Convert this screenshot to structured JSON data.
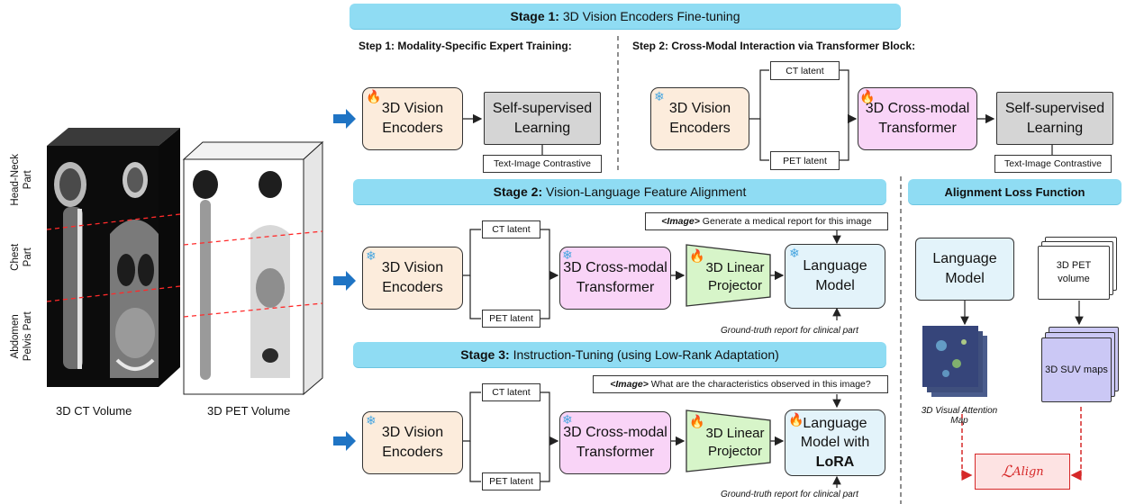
{
  "stage1": {
    "title_bold": "Stage 1:",
    "title_rest": " 3D Vision Encoders Fine-tuning",
    "step1_label": "Step 1: Modality-Specific Expert Training:",
    "step2_label": "Step 2: Cross-Modal Interaction via Transformer Block:",
    "encoders": "3D Vision\nEncoders",
    "ssl1": "Self-supervised\nLearning",
    "tic1": "Text-Image Contrastive",
    "encoders2": "3D Vision\nEncoders",
    "ct_latent": "CT latent",
    "pet_latent": "PET latent",
    "crossmodal": "3D Cross-modal\nTransformer",
    "ssl2": "Self-supervised\nLearning",
    "tic2": "Text-Image Contrastive"
  },
  "stage2": {
    "title_bold": "Stage 2:",
    "title_rest": " Vision-Language Feature Alignment",
    "encoders": "3D Vision\nEncoders",
    "ct_latent": "CT latent",
    "pet_latent": "PET latent",
    "crossmodal": "3D Cross-modal\nTransformer",
    "projector": "3D Linear\nProjector",
    "lm": "Language\nModel",
    "prompt_tag": "<Image>",
    "prompt_text": " Generate a medical report for this image",
    "gt": "Ground-truth report for clinical part"
  },
  "stage3": {
    "title_bold": "Stage 3:",
    "title_rest": " Instruction-Tuning (using Low-Rank Adaptation)",
    "encoders": "3D Vision\nEncoders",
    "ct_latent": "CT latent",
    "pet_latent": "PET latent",
    "crossmodal": "3D Cross-modal\nTransformer",
    "projector": "3D Linear\nProjector",
    "lm": "Language\nModel with",
    "lm_lora": "LoRA",
    "prompt_tag": "<Image>",
    "prompt_text": " What are the characteristics observed in this image?",
    "gt": "Ground-truth report for clinical part"
  },
  "alignment": {
    "title": "Alignment Loss Function",
    "lm": "Language\nModel",
    "pet_volume": "3D PET\nvolume",
    "suv": "3D SUV maps",
    "attention": "3D Visual Attention\nMap",
    "loss": "ℒ",
    "loss_sub": "Align"
  },
  "volumes": {
    "ct": "3D CT Volume",
    "pet": "3D PET Volume",
    "head_neck": "Head-Neck\nPart",
    "chest": "Chest\nPart",
    "abdomen": "Abdomen\nPelvis Part"
  },
  "colors": {
    "banner": "#8fdcf3",
    "encoder": "#fcecdc",
    "crossmodal": "#f9d4f7",
    "projector": "#d7f5c9",
    "language_model": "#e3f3fa",
    "suv": "#cbc8f5",
    "loss_border": "#d62828"
  },
  "icons": [
    "fire-icon",
    "snowflake-icon",
    "blue-arrow-icon"
  ]
}
